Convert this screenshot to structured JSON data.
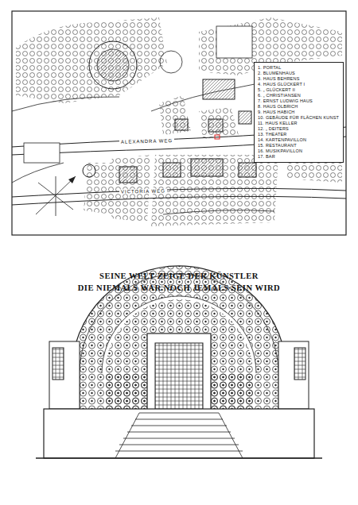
{
  "diagram": {
    "nodes": [
      {
        "text": [
          "1. PORTAL",
          "2. BLUMENHAUS",
          "3. HAUS BEHRENS",
          "4. HAUS GLÜCKERT I",
          "5. „ GLÜCKERT II",
          "6. „ CHRISTIANSEN",
          "7. ERNST LUDWIG HAUS",
          "8. HAUS OLBRICH",
          "9. HAUS HABICH",
          "10. GEBÄUDE FÜR FLÄCHEN KUNST",
          "11. HAUS KELLER",
          "12. „ DEITERS",
          "13. THEATER",
          "14. KARTENPAVILLON",
          "15. RESTAURANT",
          "16. MUSIKPAVILLON",
          "17. BAR"
        ]
      }
    ],
    "labels": [
      "ALEXANDRA WEG",
      "VICTORIA WEG",
      "SEINE WELT ZEIGE DER KÜNSTLER",
      "DIE NIEMALS WAR NOCH JEMALS SEIN WIRD"
    ]
  }
}
